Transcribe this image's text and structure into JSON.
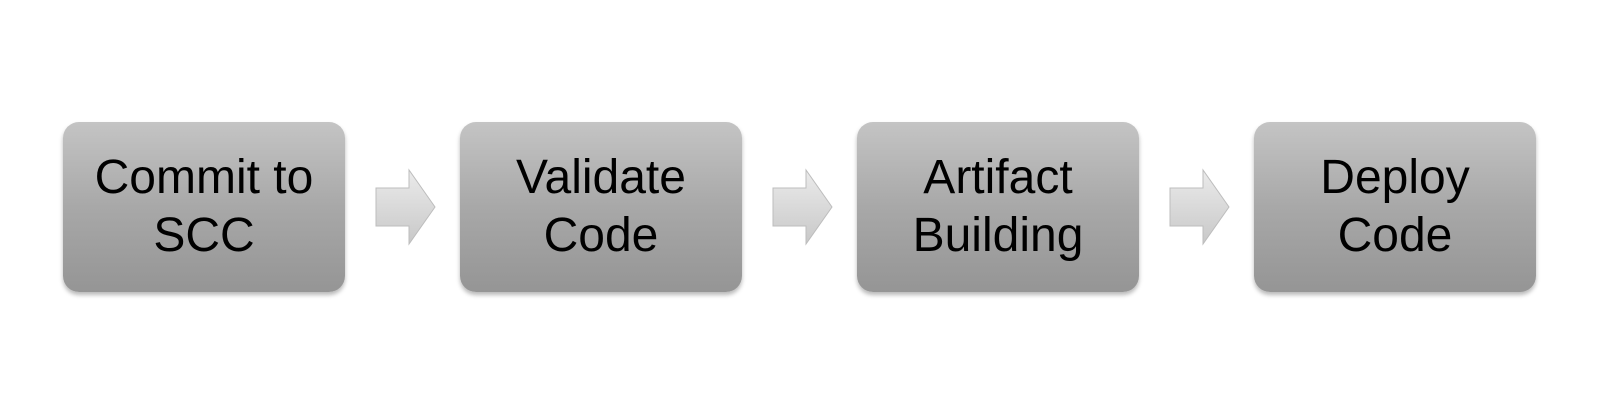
{
  "steps": [
    {
      "label": "Commit to\nSCC"
    },
    {
      "label": "Validate\nCode"
    },
    {
      "label": "Artifact\nBuilding"
    },
    {
      "label": "Deploy\nCode"
    }
  ],
  "colors": {
    "box_top": "#c4c4c4",
    "box_bottom": "#959595",
    "arrow_top": "#ebebeb",
    "arrow_bottom": "#c8c8c8",
    "text": "#000000"
  },
  "icons": [
    "right-arrow-icon"
  ]
}
